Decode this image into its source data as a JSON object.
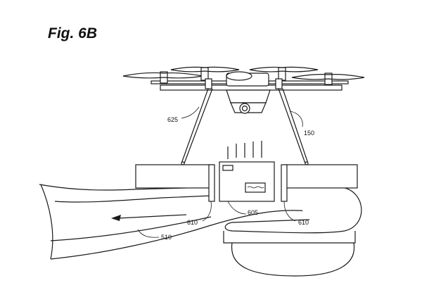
{
  "figure": {
    "title": "Fig. 6B"
  },
  "labels": {
    "r625": "625",
    "r150": "150",
    "r605": "605",
    "r610_left": "610",
    "r610_right": "610",
    "r510": "510"
  },
  "colors": {
    "line": "#1a1a1a",
    "background": "#ffffff"
  }
}
